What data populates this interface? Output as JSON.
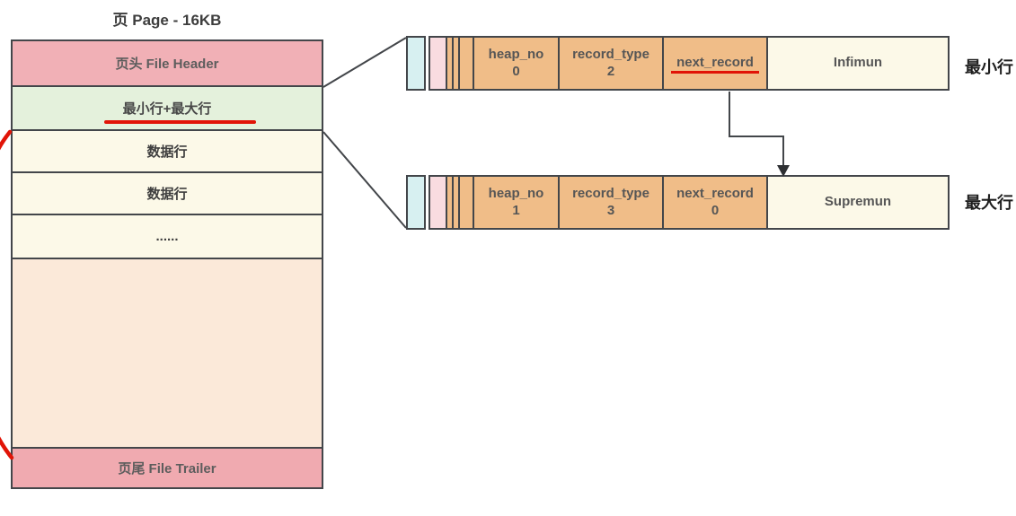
{
  "page_column": {
    "title": "页 Page - 16KB",
    "rows": [
      {
        "label": "页头 File Header"
      },
      {
        "label": "最小行+最大行",
        "red_underline": true
      },
      {
        "label": "数据行"
      },
      {
        "label": "数据行"
      },
      {
        "label": "......"
      },
      {
        "label": ""
      },
      {
        "label": "页尾 File Trailer"
      }
    ]
  },
  "records": [
    {
      "side_label": "最小行",
      "cells": [
        {
          "line1": "heap_no",
          "line2": "0"
        },
        {
          "line1": "record_type",
          "line2": "2"
        },
        {
          "line1": "next_record",
          "line2": "",
          "red_underline": true
        },
        {
          "line1": "Infimun",
          "line2": ""
        }
      ]
    },
    {
      "side_label": "最大行",
      "cells": [
        {
          "line1": "heap_no",
          "line2": "1"
        },
        {
          "line1": "record_type",
          "line2": "3"
        },
        {
          "line1": "next_record",
          "line2": "0"
        },
        {
          "line1": "Supremun",
          "line2": ""
        }
      ]
    }
  ],
  "colors": {
    "header_pink": "#f1b0b6",
    "trailer_pink": "#f0aab0",
    "minmax_green": "#e4f1dc",
    "data_cream": "#fcf9e8",
    "free_peach": "#fbe9d9",
    "cell_orange": "#f0bd88",
    "small_cyan": "#d7f0f1",
    "small_pink": "#f9dce0",
    "border_dark": "#43464a",
    "annotation_red": "#e11407"
  }
}
